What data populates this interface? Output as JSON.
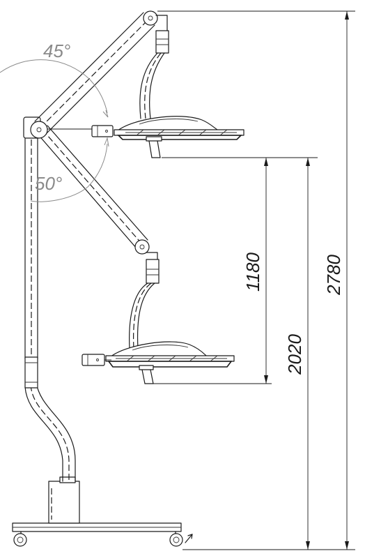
{
  "angles": {
    "upper": "45°",
    "lower": "50°"
  },
  "dimensions": {
    "d1180": "1180",
    "d2020": "2020",
    "d2780": "2780"
  },
  "icons": {
    "lamp": "surgical-lamp-head-icon",
    "caster": "caster-wheel-icon",
    "pivot": "pivot-joint-icon"
  }
}
